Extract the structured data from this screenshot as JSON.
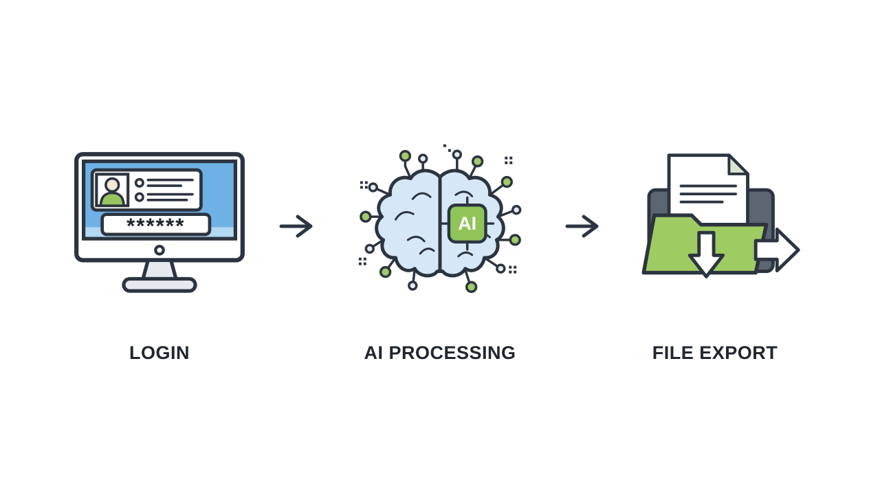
{
  "figure": {
    "type": "three-step-flow-diagram",
    "background": "#ffffff"
  },
  "steps": [
    {
      "id": "login",
      "label": "LOGIN"
    },
    {
      "id": "ai-processing",
      "label": "AI PROCESSING"
    },
    {
      "id": "file-export",
      "label": "FILE EXPORT"
    }
  ],
  "login_screen": {
    "password_value": "******"
  },
  "ai_chip": {
    "label": "AI"
  },
  "colors": {
    "outline": "#2c3440",
    "screen_blue": "#6fb1e4",
    "screen_blue_light": "#b3d8f2",
    "accent_green": "#97c45e",
    "node_green": "#a2c96b",
    "brain_blue": "#d6e8f7",
    "light_gray": "#e6eaef",
    "folder_back_gray": "#5c6672",
    "skin": "#f2e9d9",
    "label_text": "#20262e"
  }
}
